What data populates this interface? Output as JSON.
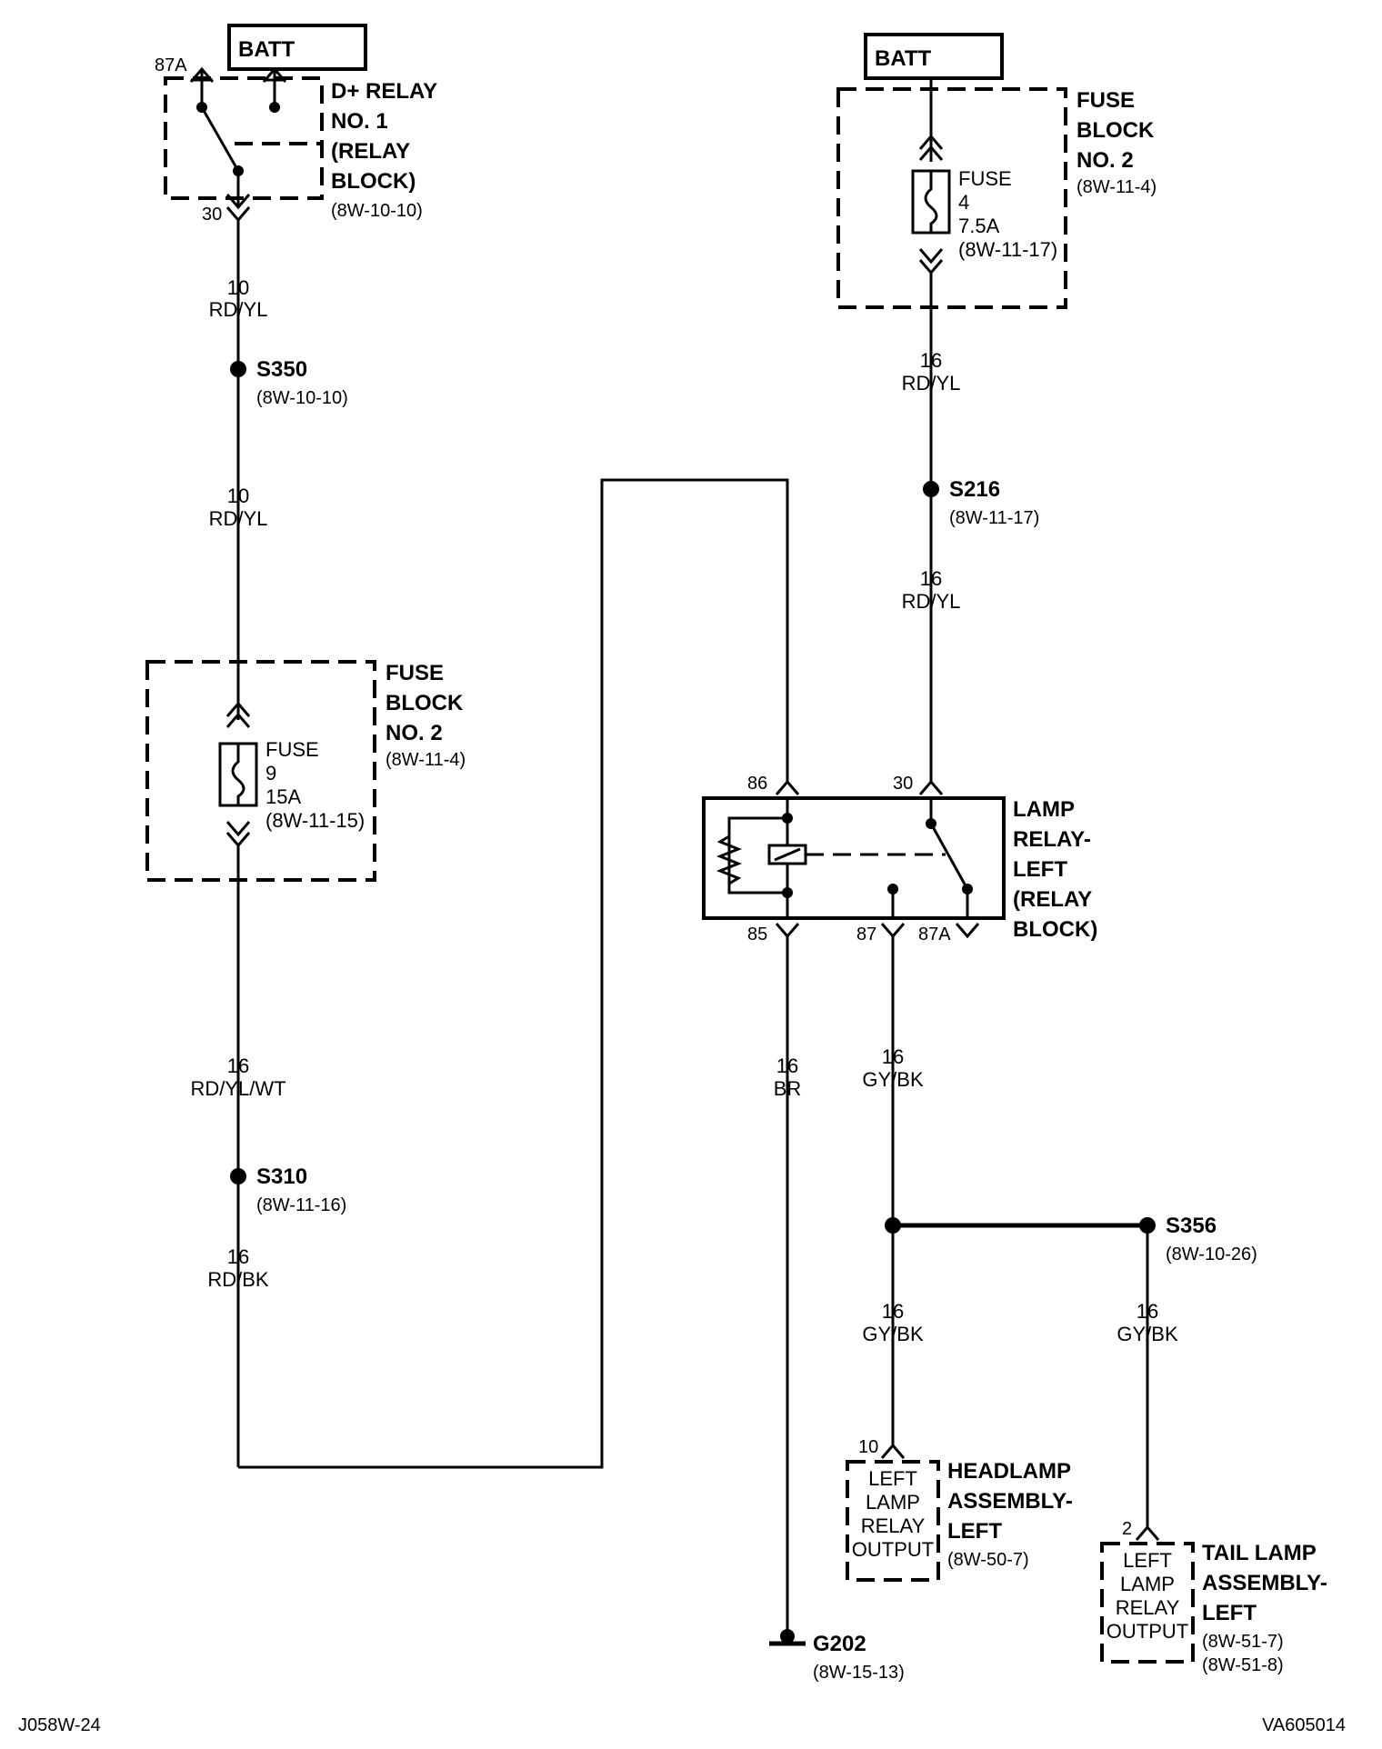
{
  "batt_labels": [
    "BATT",
    "BATT"
  ],
  "d_relay": {
    "title_lines": [
      "D+ RELAY",
      "NO. 1",
      "(RELAY",
      "BLOCK)"
    ],
    "ref": "(8W-10-10)",
    "pin_87a": "87A",
    "pin_30": "30"
  },
  "fuse_block_right": {
    "title_lines": [
      "FUSE",
      "BLOCK",
      "NO. 2"
    ],
    "ref": "(8W-11-4)",
    "fuse_lines": [
      "FUSE",
      "4",
      "7.5A",
      "(8W-11-17)"
    ]
  },
  "fuse_block_left": {
    "title_lines": [
      "FUSE",
      "BLOCK",
      "NO. 2"
    ],
    "ref": "(8W-11-4)",
    "fuse_lines": [
      "FUSE",
      "9",
      "15A",
      "(8W-11-15)"
    ]
  },
  "wires": {
    "w1": {
      "gauge": "10",
      "color": "RD/YL"
    },
    "w2": {
      "gauge": "10",
      "color": "RD/YL"
    },
    "w3": {
      "gauge": "16",
      "color": "RD/YL/WT"
    },
    "w4": {
      "gauge": "16",
      "color": "RD/BK"
    },
    "w5": {
      "gauge": "16",
      "color": "RD/YL"
    },
    "w6": {
      "gauge": "16",
      "color": "RD/YL"
    },
    "w7": {
      "gauge": "16",
      "color": "BR"
    },
    "w8": {
      "gauge": "16",
      "color": "GY/BK"
    },
    "w9": {
      "gauge": "16",
      "color": "GY/BK"
    },
    "w10": {
      "gauge": "16",
      "color": "GY/BK"
    }
  },
  "splices": {
    "s350": {
      "name": "S350",
      "ref": "(8W-10-10)"
    },
    "s310": {
      "name": "S310",
      "ref": "(8W-11-16)"
    },
    "s216": {
      "name": "S216",
      "ref": "(8W-11-17)"
    },
    "s356": {
      "name": "S356",
      "ref": "(8W-10-26)"
    }
  },
  "lamp_relay": {
    "title_lines": [
      "LAMP",
      "RELAY-",
      "LEFT",
      "(RELAY",
      "BLOCK)"
    ],
    "pin_86": "86",
    "pin_30": "30",
    "pin_85": "85",
    "pin_87": "87",
    "pin_87a": "87A"
  },
  "headlamp": {
    "pin": "10",
    "box_lines": [
      "LEFT",
      "LAMP",
      "RELAY",
      "OUTPUT"
    ],
    "title_lines": [
      "HEADLAMP",
      "ASSEMBLY-",
      "LEFT"
    ],
    "ref": "(8W-50-7)"
  },
  "taillamp": {
    "pin": "2",
    "box_lines": [
      "LEFT",
      "LAMP",
      "RELAY",
      "OUTPUT"
    ],
    "title_lines": [
      "TAIL LAMP",
      "ASSEMBLY-",
      "LEFT"
    ],
    "refs": [
      "(8W-51-7)",
      "(8W-51-8)"
    ]
  },
  "ground": {
    "name": "G202",
    "ref": "(8W-15-13)"
  },
  "footer": {
    "left": "J058W-24",
    "right": "VA605014"
  }
}
